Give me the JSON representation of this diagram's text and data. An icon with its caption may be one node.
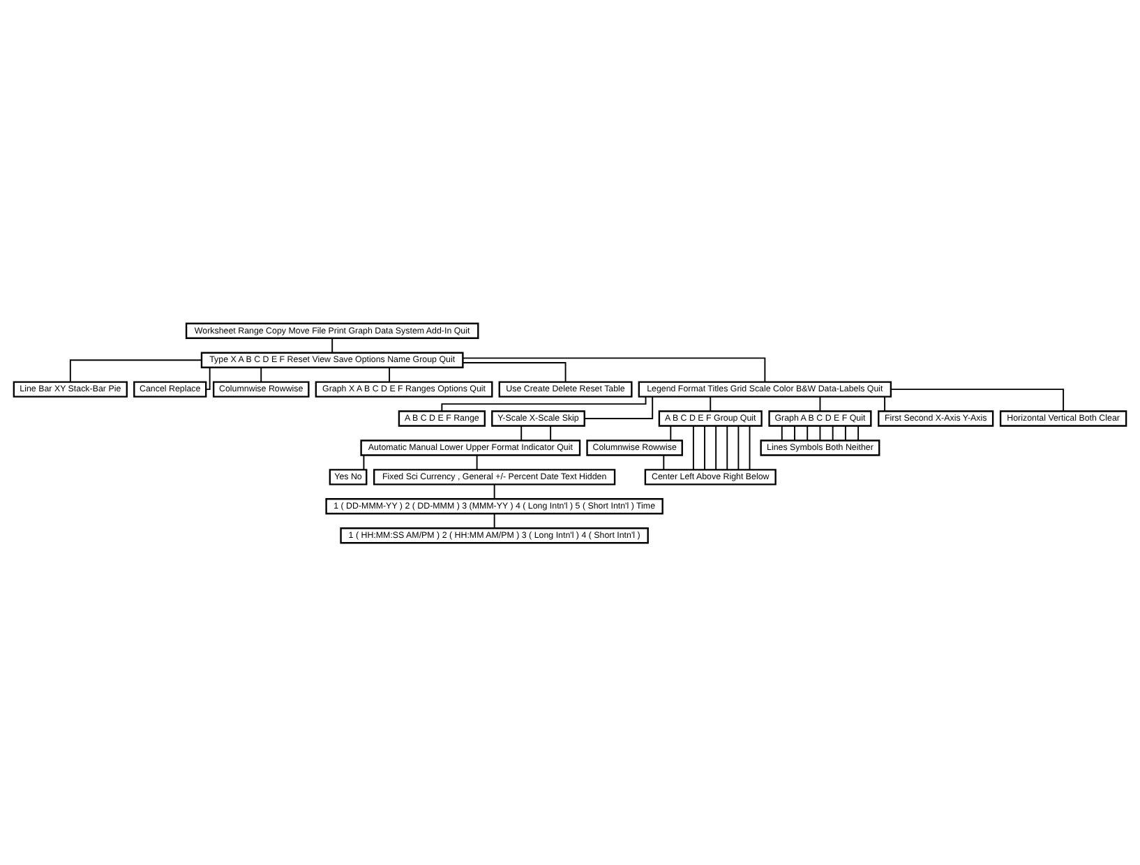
{
  "diagram": {
    "nodes": [
      {
        "text": [
          "Worksheet Range Copy Move File Print Graph Data System Add-In Quit"
        ]
      },
      {
        "text": [
          "Type X A B C D E F Reset View Save Options Name Group Quit"
        ]
      },
      {
        "text": [
          "Line Bar XY Stack-Bar Pie"
        ]
      },
      {
        "text": [
          "Cancel Replace"
        ]
      },
      {
        "text": [
          "Columnwise Rowwise"
        ]
      },
      {
        "text": [
          "Graph X A B C D E F Ranges Options Quit"
        ]
      },
      {
        "text": [
          "Use Create Delete Reset Table"
        ]
      },
      {
        "text": [
          "Legend Format Titles Grid Scale Color B&W Data-Labels Quit"
        ]
      },
      {
        "text": [
          "A B C D E F Range"
        ]
      },
      {
        "text": [
          "Y-Scale X-Scale Skip"
        ]
      },
      {
        "text": [
          "A B C D E F Group Quit"
        ]
      },
      {
        "text": [
          "Graph A B C D E F Quit"
        ]
      },
      {
        "text": [
          "Columnwise Rowwise"
        ]
      },
      {
        "text": [
          "Lines Symbols Both Neither"
        ]
      },
      {
        "text": [
          "Center Left Above Right Below"
        ]
      },
      {
        "text": [
          "First Second X-Axis Y-Axis"
        ]
      },
      {
        "text": [
          "Automatic Manual Lower Upper Format Indicator Quit"
        ]
      },
      {
        "text": [
          "Horizontal Vertical Both Clear"
        ]
      },
      {
        "text": [
          "Yes No"
        ]
      },
      {
        "text": [
          "Fixed Sci Currency , General +/- Percent Date Text Hidden"
        ]
      },
      {
        "text": [
          "1 ( DD-MMM-YY ) 2 ( DD-MMM ) 3 (MMM-YY ) 4 ( Long Intn'l ) 5 ( Short Intn'l ) Time"
        ]
      },
      {
        "text": [
          "1 ( HH:MM:SS AM/PM ) 2 ( HH:MM AM/PM ) 3 ( Long Intn'l ) 4 ( Short Intn'l )"
        ]
      }
    ],
    "edges": [
      {
        "from": 0,
        "to": 1,
        "arrow": "none"
      },
      {
        "from": 1,
        "to": 2,
        "arrow": "none"
      },
      {
        "from": 1,
        "to": 5,
        "arrow": "none"
      },
      {
        "from": 1,
        "to": 3,
        "arrow": "none"
      },
      {
        "from": 1,
        "to": 7,
        "arrow": "none"
      },
      {
        "from": 1,
        "to": 6,
        "arrow": "none"
      },
      {
        "from": 1,
        "to": 4,
        "arrow": "none"
      },
      {
        "from": 7,
        "to": 8,
        "arrow": "none"
      },
      {
        "from": 7,
        "to": 11,
        "arrow": "none"
      },
      {
        "from": 7,
        "to": 15,
        "arrow": "none"
      },
      {
        "from": 7,
        "to": 17,
        "arrow": "none"
      },
      {
        "from": 7,
        "to": 9,
        "arrow": "none"
      },
      {
        "from": 7,
        "to": 10,
        "arrow": "none"
      },
      {
        "from": 11,
        "to": 13,
        "arrow": "none"
      },
      {
        "from": 11,
        "to": 13,
        "arrow": "none"
      },
      {
        "from": 11,
        "to": 13,
        "arrow": "none"
      },
      {
        "from": 11,
        "to": 13,
        "arrow": "none"
      },
      {
        "from": 11,
        "to": 13,
        "arrow": "none"
      },
      {
        "from": 11,
        "to": 13,
        "arrow": "none"
      },
      {
        "from": 11,
        "to": 13,
        "arrow": "none"
      },
      {
        "from": 10,
        "to": 14,
        "arrow": "none"
      },
      {
        "from": 10,
        "to": 14,
        "arrow": "none"
      },
      {
        "from": 10,
        "to": 14,
        "arrow": "none"
      },
      {
        "from": 10,
        "to": 14,
        "arrow": "none"
      },
      {
        "from": 10,
        "to": 14,
        "arrow": "none"
      },
      {
        "from": 10,
        "to": 14,
        "arrow": "none"
      },
      {
        "from": 10,
        "to": 12,
        "arrow": "none"
      },
      {
        "from": 12,
        "to": 14,
        "arrow": "none"
      },
      {
        "from": 9,
        "to": 16,
        "arrow": "none"
      },
      {
        "from": 9,
        "to": 16,
        "arrow": "none"
      },
      {
        "from": 16,
        "to": 19,
        "arrow": "none"
      },
      {
        "from": 16,
        "to": 18,
        "arrow": "none"
      },
      {
        "from": 19,
        "to": 20,
        "arrow": "none"
      },
      {
        "from": 20,
        "to": 21,
        "arrow": "none"
      }
    ]
  }
}
